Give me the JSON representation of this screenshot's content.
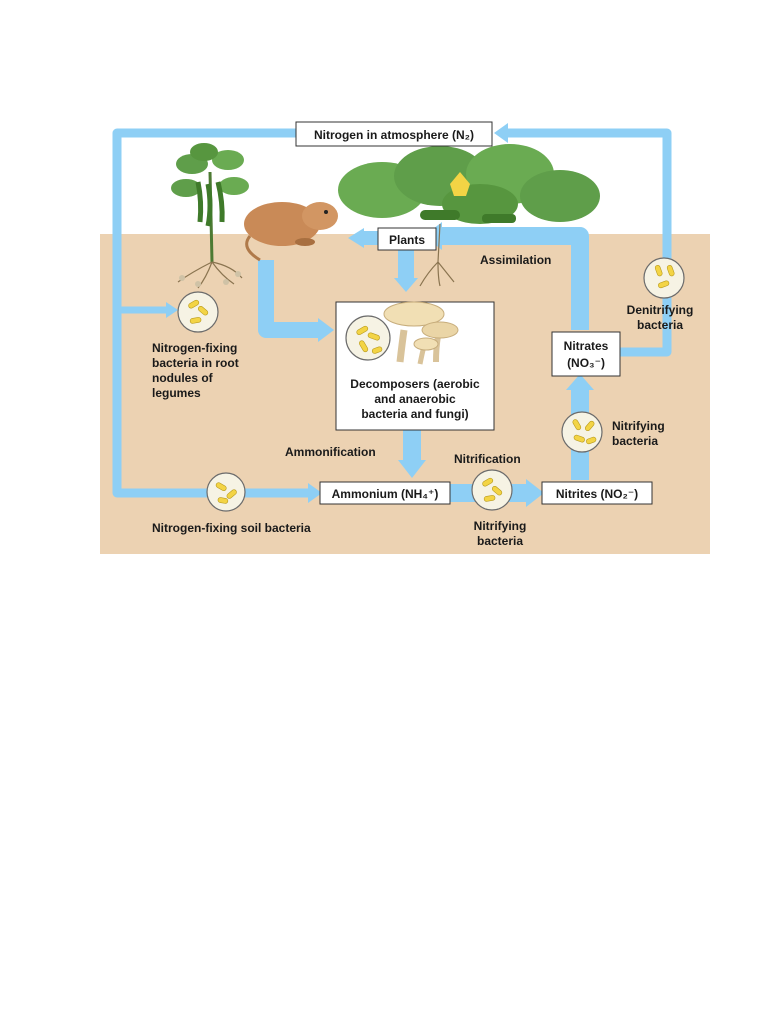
{
  "diagram": {
    "title": "Nitrogen in atmosphere (N₂)",
    "nodes": {
      "atmosphere": "Nitrogen in atmosphere (N₂)",
      "plants": "Plants",
      "decomposers_line1": "Decomposers (aerobic",
      "decomposers_line2": "and anaerobic",
      "decomposers_line3": "bacteria and fungi)",
      "ammonium": "Ammonium (NH₄⁺)",
      "nitrites": "Nitrites (NO₂⁻)",
      "nitrates_line1": "Nitrates",
      "nitrates_line2": "(NO₃⁻)"
    },
    "labels": {
      "assimilation": "Assimilation",
      "ammonification": "Ammonification",
      "nitrification": "Nitrification",
      "denitrifying_line1": "Denitrifying",
      "denitrifying_line2": "bacteria",
      "nitrifying_upper_line1": "Nitrifying",
      "nitrifying_upper_line2": "bacteria",
      "nitrifying_lower_line1": "Nitrifying",
      "nitrifying_lower_line2": "bacteria",
      "root_nodule_line1": "Nitrogen-fixing",
      "root_nodule_line2": "bacteria in root",
      "root_nodule_line3": "nodules of",
      "root_nodule_line4": "legumes",
      "soil_bacteria": "Nitrogen-fixing soil bacteria"
    },
    "colors": {
      "flow_arrow": "#8ecff5",
      "soil": "#ecd2b2",
      "sky": "#ffffff",
      "foliage": "#5f9e4a",
      "box_border": "#333333"
    },
    "icons": [
      "legume-plant-icon",
      "gopher-icon",
      "squash-plant-icon",
      "mushroom-icon",
      "bacteria-icon"
    ]
  }
}
